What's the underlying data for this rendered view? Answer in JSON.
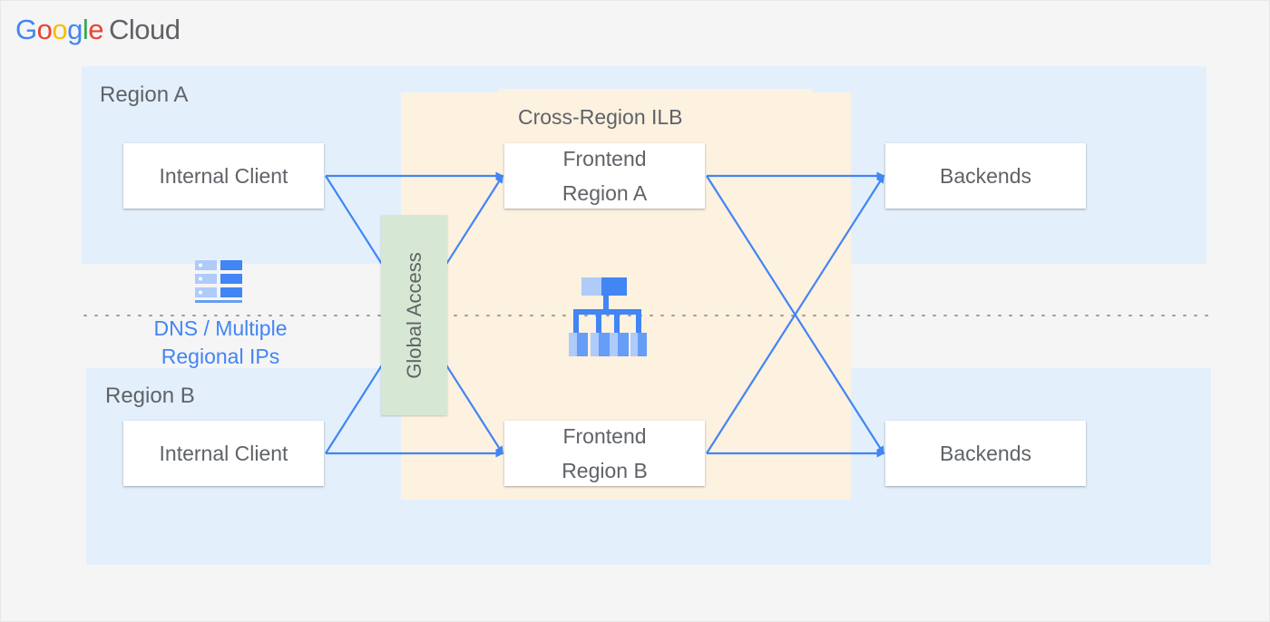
{
  "header": {
    "logo_letters": [
      {
        "char": "G",
        "color": "#4285f4"
      },
      {
        "char": "o",
        "color": "#ea4335"
      },
      {
        "char": "o",
        "color": "#fbbc05"
      },
      {
        "char": "g",
        "color": "#4285f4"
      },
      {
        "char": "l",
        "color": "#34a853"
      },
      {
        "char": "e",
        "color": "#ea4335"
      }
    ],
    "logo_suffix": "Cloud"
  },
  "regions": {
    "a_label": "Region A",
    "b_label": "Region B"
  },
  "ilb": {
    "title": "Cross-Region ILB",
    "icon": "load-balancer-icon"
  },
  "clients": {
    "a_label": "Internal Client",
    "b_label": "Internal Client"
  },
  "frontends": {
    "a_line1": "Frontend",
    "a_line2": "Region A",
    "b_line1": "Frontend",
    "b_line2": "Region B"
  },
  "backends": {
    "a_label": "Backends",
    "b_label": "Backends"
  },
  "global_access": {
    "label": "Global Access"
  },
  "dns": {
    "icon": "dns-server-icon",
    "line1": "DNS / Multiple",
    "line2": "Regional IPs"
  },
  "colors": {
    "arrow": "#4285f4",
    "region_fill": "#e3f0fc",
    "ilb_fill": "#fdf1e0",
    "global_access_fill": "#d6e8d3",
    "text": "#5f6368",
    "dns_text": "#4285f4"
  }
}
